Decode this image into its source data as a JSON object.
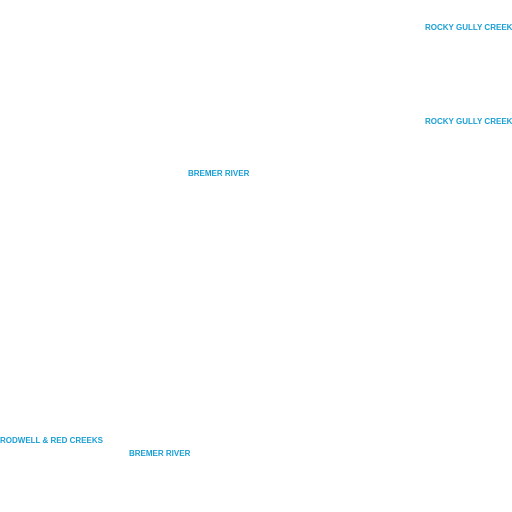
{
  "style": {
    "label_color": "#1a9fd4",
    "background": "#ffffff"
  },
  "map": {
    "labels": [
      {
        "text": "ROCKY GULLY CREEK"
      },
      {
        "text": "ROCKY GULLY CREEK"
      },
      {
        "text": "BREMER RIVER"
      },
      {
        "text": "RODWELL & RED CREEKS"
      },
      {
        "text": "BREMER RIVER"
      }
    ]
  }
}
